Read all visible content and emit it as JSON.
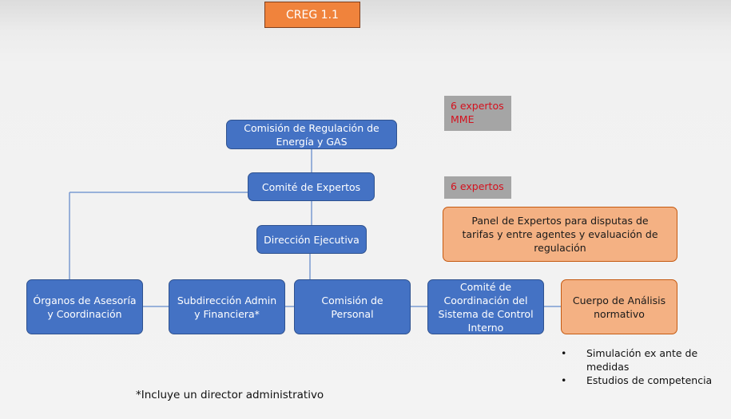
{
  "title_tag": "CREG 1.1",
  "notes": {
    "experts_mme": "6 expertos\nMME",
    "experts": "6 expertos"
  },
  "boxes": {
    "creg": "Comisión de Regulación de Energía y GAS",
    "comite_expertos": "Comité de Expertos",
    "direccion": "Dirección Ejecutiva",
    "organos": "Órganos de Asesoría y Coordinación",
    "subdireccion": "Subdirección Admin y Financiera*",
    "comision_personal": "Comisión de Personal",
    "comite_control": "Comité de Coordinación del Sistema de Control Interno",
    "cuerpo_analisis": "Cuerpo de Análisis normativo",
    "panel_expertos": "Panel de Expertos para disputas de tarifas y entre agentes y evaluación de regulación"
  },
  "bullets": [
    "Simulación ex ante de medidas",
    "Estudios de competencia"
  ],
  "footnote": "*Incluye un director administrativo",
  "colors": {
    "blue_box": "#4472c4",
    "orange_box": "#f4b183",
    "tag": "#f0833c",
    "note_bg": "#a5a5a5",
    "note_text": "#d4111e",
    "connector": "#7b9bd1"
  }
}
